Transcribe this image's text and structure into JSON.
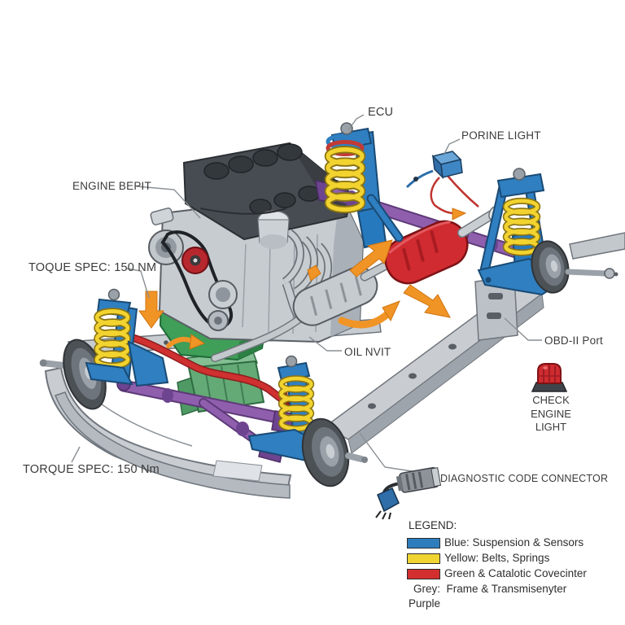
{
  "callouts": {
    "ecu": "ECU",
    "porine_light": "PORINE LIGHT",
    "engine_bepit": "ENGINE BEPIT",
    "toque_spec_top": "TOQUE SPEC: 150 NM",
    "oil_nvit": "OIL NVIT",
    "obd_port": "OBD-II Port",
    "torque_spec_bottom": "TORQUE SPEC: 150 Nm",
    "diagnostic_code_connector": "DIAGNOSTIC CODE CONNECTOR",
    "check_engine_line1": "CHECK",
    "check_engine_line2": "ENGINE",
    "check_engine_line3": "LIGHT"
  },
  "legend": {
    "title": "LEGEND:",
    "items": [
      {
        "swatch": "#2d7dbd",
        "label": "Blue: Suspension & Sensors"
      },
      {
        "swatch": "#f0d431",
        "label": "Yellow: Belts, Springs"
      },
      {
        "swatch": "#d32f2f",
        "label": "Green & Catalotic Covecinter"
      },
      {
        "swatch": "",
        "label": "Grey:  Frame & Transmisenyter"
      },
      {
        "swatch": "",
        "label": "Purple"
      }
    ]
  },
  "icons": {
    "check_engine": "beacon-light-icon",
    "diagnostic": "cable-connector-icon"
  },
  "colors": {
    "suspension_blue": "#2f7fc1",
    "spring_yellow": "#f2d32f",
    "muffler_red": "#d02b30",
    "engine_green": "#3f9e57",
    "shaft_purple": "#8f5fae",
    "frame_grey": "#c7ccd1",
    "arrow_orange": "#f09426",
    "background": "#ffffff"
  }
}
